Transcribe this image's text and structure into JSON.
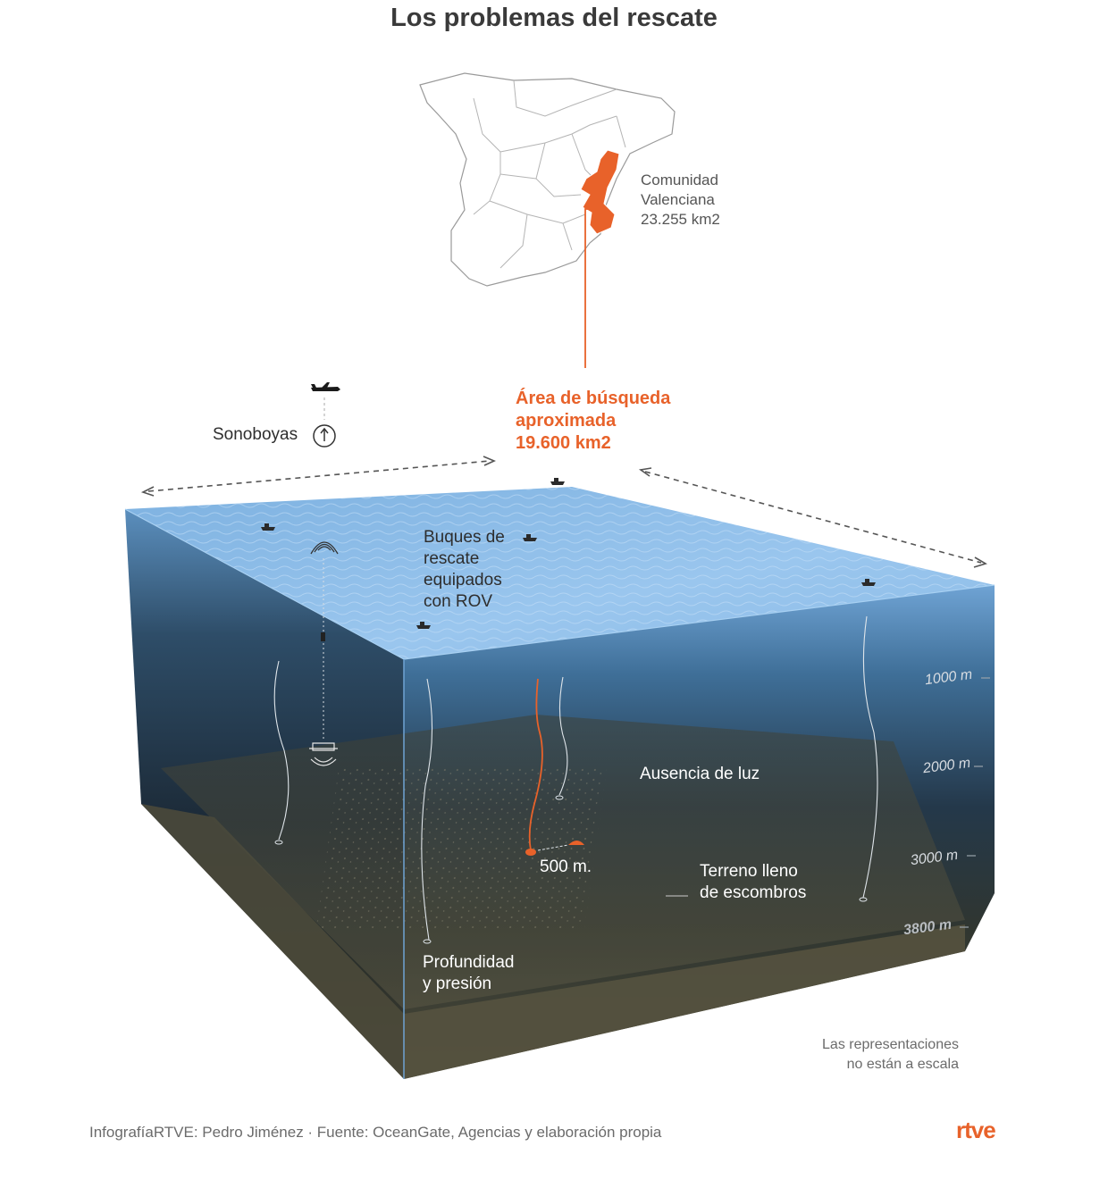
{
  "title": "Los problemas del rescate",
  "map": {
    "region_name_line1": "Comunidad",
    "region_name_line2": "Valenciana",
    "region_area": "23.255 km2"
  },
  "search_area": {
    "line1": "Área de búsqueda",
    "line2": "aproximada",
    "line3": "19.600 km2"
  },
  "labels": {
    "sonobuoys": "Sonoboyas",
    "ships_line1": "Buques de",
    "ships_line2": "rescate",
    "ships_line3": "equipados",
    "ships_line4": "con ROV",
    "no_light": "Ausencia de luz",
    "debris_distance": "500 m.",
    "terrain_line1": "Terreno lleno",
    "terrain_line2": "de escombros",
    "pressure_line1": "Profundidad",
    "pressure_line2": "y presión"
  },
  "depths": {
    "d1000": "1000 m",
    "d2000": "2000 m",
    "d3000": "3000 m",
    "d3800": "3800 m"
  },
  "note_line1": "Las representaciones",
  "note_line2": "no están a escala",
  "credit": "InfografíaRTVE: Pedro Jiménez · Fuente: OceanGate, Agencias y elaboración propia",
  "logo": "rtve",
  "colors": {
    "accent": "#e8622a",
    "water_top": "#7fb3e0",
    "deep": "#1e2b36",
    "seabed": "#4a4a3c"
  }
}
